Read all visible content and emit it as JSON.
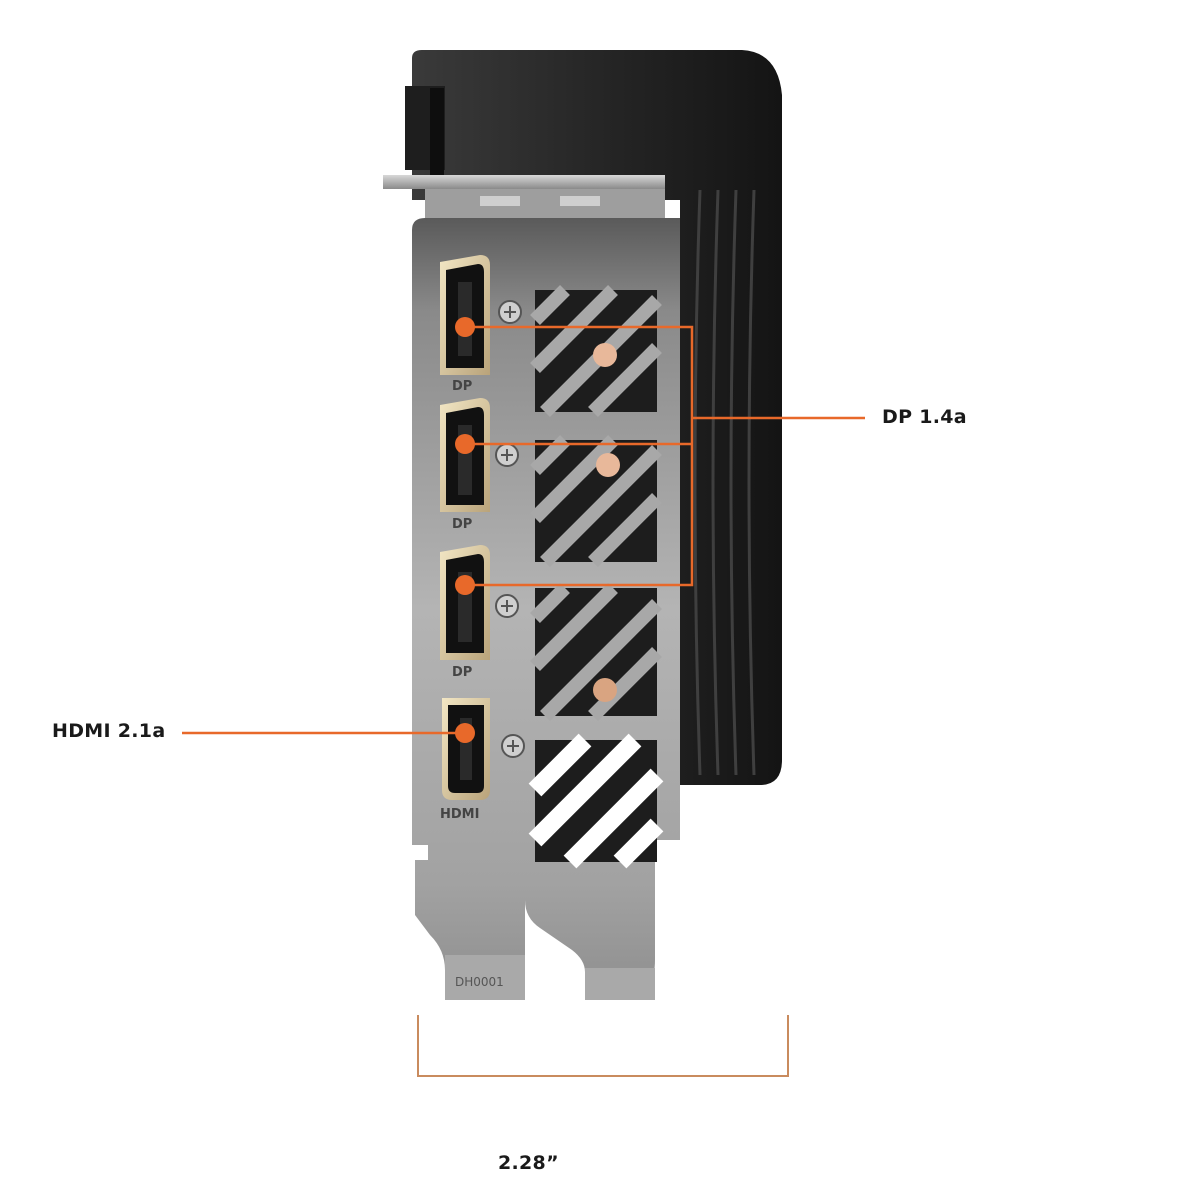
{
  "callouts": {
    "dp": "DP 1.4a",
    "hdmi": "HDMI 2.1a",
    "width": "2.28”"
  },
  "port_labels": {
    "dp": "DP",
    "hdmi": "HDMI"
  },
  "bracket_marking": "DH0001",
  "colors": {
    "accent": "#e8692a",
    "dimension_line": "#c98b5e",
    "bracket_metal": "#9a9a9a",
    "cooler_shroud": "#232323"
  }
}
